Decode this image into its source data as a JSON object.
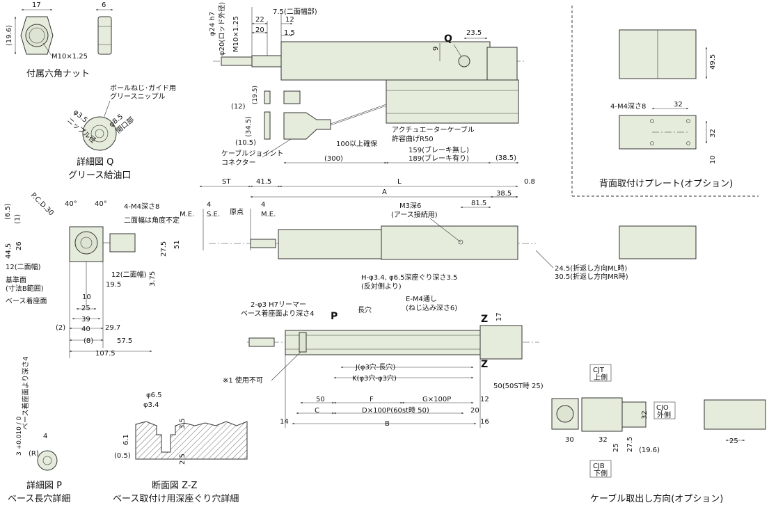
{
  "colors": {
    "part_fill": "#e6ecdc",
    "line": "#222222",
    "background": "#ffffff"
  },
  "nut": {
    "title": "付属六角ナット",
    "dim_width": "17",
    "dim_height": "(19.6)",
    "dim_thickness": "6",
    "thread": "M10×1.25"
  },
  "detail_q": {
    "title_line1": "詳細図 Q",
    "title_line2": "グリース給油口",
    "label_grease": "ボールねじ･ガイド用",
    "label_grease2": "グリースニップル",
    "label_nipple": "φ3.5",
    "label_nipple2": "ニップル径",
    "label_opening": "φ8.5",
    "label_opening2": "開口部"
  },
  "top_view": {
    "d_rod_guide": "φ24 h7",
    "d_rod_outer": "φ20(ロッド外径)",
    "thread": "M10×1.25",
    "d_75": "7.5(二面幅部)",
    "d_22": "22",
    "d_12": "12",
    "d_20": "20",
    "d_15": "1.5",
    "d_235": "23.5",
    "d_9": "9",
    "label_q": "Q",
    "d_195": "(19.5)",
    "d_12p": "(12)",
    "d_345": "(34.5)",
    "d_105": "(10.5)",
    "cable_joint": "ケーブルジョイント",
    "connector": "コネクター",
    "secure": "100以上確保",
    "d_300": "(300)",
    "actuator_cable": "アクチュエーターケーブル",
    "bend_radius": "許容曲げR50",
    "d_159": "159(ブレーキ無し)",
    "d_189": "189(ブレーキ有り)",
    "d_385": "(38.5)"
  },
  "back_plate": {
    "title": "背面取付けプレート(オプション)",
    "d_495": "49.5",
    "holes": "4-M4深さ8",
    "d_32a": "32",
    "d_32b": "32",
    "d_10": "10"
  },
  "end_view": {
    "pcd": "P.C.D.30",
    "ang1": "40°",
    "ang2": "40°",
    "holes": "4-M4深さ8",
    "note": "二面幅は角度不定",
    "d_65": "(6.5)",
    "d_1": "(1)",
    "d_445": "44.5",
    "d_26": "26",
    "d_275": "27.5",
    "d_51": "51",
    "d_12w": "12(二面幅)",
    "d_12w2": "12(二面幅)",
    "ref_face": "基準面",
    "ref_face2": "(寸法B範囲)",
    "base_face": "ベース着座面",
    "d_195": "19.5",
    "d_375": "3.75",
    "d_10": "10",
    "d_25": "25",
    "d_39": "39",
    "d_2": "(2)",
    "d_40": "40",
    "d_297": "29.7",
    "d_8": "(8)",
    "d_575": "57.5",
    "d_1075": "107.5"
  },
  "side_view": {
    "st": "ST",
    "d_415": "41.5",
    "l": "L",
    "a": "A",
    "d_08": "0.8",
    "d_385": "38.5",
    "d_815": "81.5",
    "me1": "M.E.",
    "d_4a": "4",
    "se": "S.E.",
    "origin": "原点",
    "d_4b": "4",
    "me2": "M.E.",
    "m3": "M3深6",
    "earth": "(アース接続用)",
    "ret_ml": "24.5(折返し方向ML時)",
    "ret_mr": "30.5(折返し方向MR時)"
  },
  "bottom_view": {
    "h_holes": "H-φ3.4, φ6.5深座ぐり深さ3.5",
    "h_holes2": "(反対側より)",
    "e_m4": "E-M4通し",
    "e_m4_2": "(ねじ込み深さ6)",
    "reamer": "2-φ3 H7リーマー",
    "reamer2": "ベース着座面より深さ4",
    "p": "P",
    "slot": "長穴",
    "z1": "Z",
    "z2": "Z",
    "d_17": "17",
    "j": "J(φ3穴-長穴)",
    "k": "K(φ3穴-φ3穴)",
    "note1": "※1 使用不可",
    "d_50st": "50(50ST時 25)",
    "d_50": "50",
    "f": "F",
    "g": "G×100P",
    "d_12": "12",
    "c": "C",
    "d100": "D×100P(60st時 50)",
    "d_20": "20",
    "d_14": "14",
    "b": "B",
    "d_16": "16"
  },
  "detail_p": {
    "title_line1": "詳細図 P",
    "title_line2": "ベース長穴詳細",
    "depth": "ベース着座面より深さ4",
    "d_3": "3 +0.010 / 0",
    "d_4": "4",
    "r": "(R)"
  },
  "section_zz": {
    "title_line1": "断面図 Z-Z",
    "title_line2": "ベース取付け用深座ぐり穴詳細",
    "d_65": "φ6.5",
    "d_34": "φ3.4",
    "d_35": "3.5",
    "d_61": "6.1",
    "d_05": "(0.5)",
    "d_25": "2.5"
  },
  "cable_option": {
    "title": "ケーブル取出し方向(オプション)",
    "cjt": "CJT",
    "cjt2": "上側",
    "cjo": "CJO",
    "cjo2": "外側",
    "cjb": "CJB",
    "cjb2": "下側",
    "d_30": "30",
    "d_32a": "32",
    "d_32b": "32",
    "d_275": "27.5",
    "d_25": "25",
    "d_196": "(19.6)",
    "d_25b": "25"
  }
}
